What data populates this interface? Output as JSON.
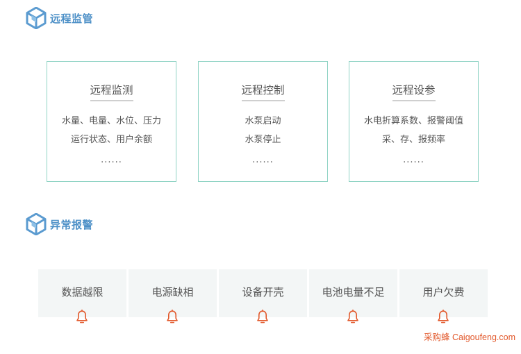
{
  "colors": {
    "accent_blue": "#4d90c7",
    "card_border": "#8fd3c4",
    "alarm_bg": "#f3f6f6",
    "bell_orange": "#e2592c",
    "watermark": "#e2592c"
  },
  "section_remote": {
    "icon": "cube-icon",
    "title": "远程监管",
    "cards": [
      {
        "title": "远程监测",
        "lines": [
          "水量、电量、水位、压力",
          "运行状态、用户余额"
        ],
        "ellipsis": "......"
      },
      {
        "title": "远程控制",
        "lines": [
          "水泵启动",
          "水泵停止"
        ],
        "ellipsis": "......"
      },
      {
        "title": "远程设参",
        "lines": [
          "水电折算系数、报警阈值",
          "采、存、报频率"
        ],
        "ellipsis": "......"
      }
    ]
  },
  "section_alarm": {
    "icon": "cube-icon",
    "title": "异常报警",
    "items": [
      {
        "label": "数据越限",
        "icon": "bell-icon"
      },
      {
        "label": "电源缺相",
        "icon": "bell-icon"
      },
      {
        "label": "设备开壳",
        "icon": "bell-icon"
      },
      {
        "label": "电池电量不足",
        "icon": "bell-icon"
      },
      {
        "label": "用户欠费",
        "icon": "bell-icon"
      }
    ]
  },
  "watermark": "采购蜂 Caigoufeng.com"
}
